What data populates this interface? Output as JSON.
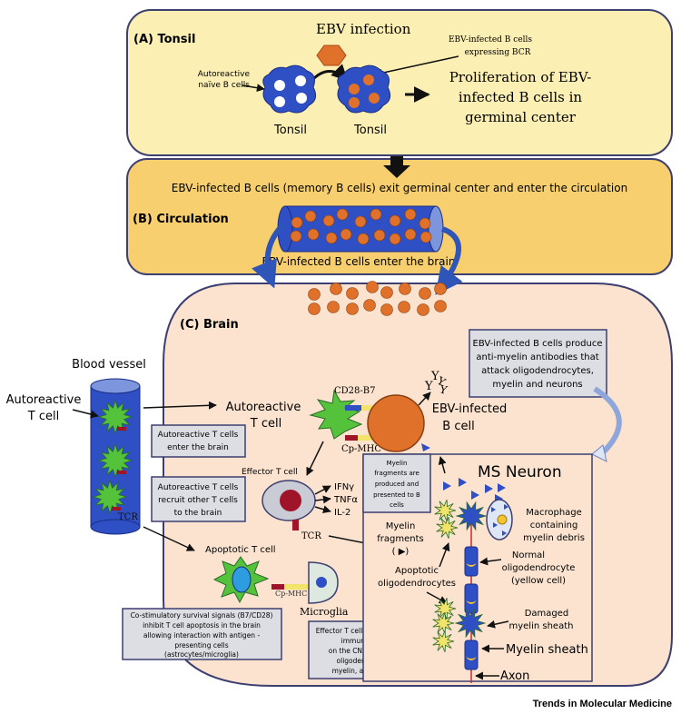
{
  "panels": {
    "tonsil": {
      "label": "(A) Tonsil",
      "ebv_infection": "EBV infection",
      "naive_label_1": "Autoreactive",
      "naive_label_2": "naïve B cells",
      "infected_label_1": "EBV-infected B cells",
      "infected_label_2": "expressing BCR",
      "tonsil_left": "Tonsil",
      "tonsil_right": "Tonsil",
      "proliferation_1": "Proliferation of EBV-",
      "proliferation_2": "infected B cells in",
      "proliferation_3": "germinal center"
    },
    "circulation": {
      "label": "(B) Circulation",
      "exit_text": "EBV-infected B cells (memory B cells) exit germinal center and enter the circulation",
      "enter_brain": "EBV-infected B cells enter the brain"
    },
    "brain": {
      "label": "(C) Brain",
      "blood_vessel": "Blood vessel",
      "autoreactive_t_cell_1": "Autoreactive",
      "autoreactive_t_cell_2": "T cell",
      "vessel_tcr": "TCR",
      "brain_autoreactive_1": "Autoreactive",
      "brain_autoreactive_2": "T cell",
      "box_enter": [
        "Autoreactive T cells",
        "enter the brain"
      ],
      "box_recruit": [
        "Autoreactive  T cells",
        "recruit other T cells",
        "to the brain"
      ],
      "cd28_b7": "CD28-B7",
      "cp_mhc": "Cp-MHC",
      "ebv_b_cell_1": "EBV-infected",
      "ebv_b_cell_2": "B cell",
      "effector_t_cell": "Effector T cell",
      "cytokines": [
        "IFNγ",
        "TNFα",
        "IL-2"
      ],
      "effector_tcr": "TCR",
      "apoptotic_t_cell": "Apoptotic T cell",
      "microglia_cp_mhc": "Cp-MHC",
      "microglia": "Microglia",
      "box_costim": [
        "Co-stimulatory survival signals (B7/CD28)",
        "inhibit T cell apoptosis in the brain",
        "allowing interaction with antigen -",
        "presenting cells",
        "(astrocytes/microglia)"
      ],
      "box_effector": [
        "Effector T cells orchestrate an",
        "immune attack",
        "on the CNS, damaging",
        "oligodendrocytes,",
        "myelin, and neurons"
      ],
      "box_antibodies": [
        "EBV-infected B cells produce",
        "anti-myelin antibodies that",
        "attack oligodendrocytes,",
        "myelin and neurons"
      ],
      "box_fragments": [
        "Myelin",
        "fragments are",
        "produced and",
        "presented to B",
        "cells"
      ]
    },
    "neuron": {
      "title": "MS Neuron",
      "myelin_fragments_1": "Myelin",
      "myelin_fragments_2": "fragments",
      "myelin_fragments_3": "( ▶)",
      "apoptotic_1": "Apoptotic",
      "apoptotic_2": "oligodendrocytes",
      "macrophage_1": "Macrophage",
      "macrophage_2": "containing",
      "macrophage_3": "myelin debris",
      "normal_1": "Normal",
      "normal_2": "oligodendrocyte",
      "normal_3": "(yellow cell)",
      "damaged_1": "Damaged",
      "damaged_2": "myelin sheath",
      "myelin_sheath": "Myelin sheath",
      "axon": "Axon"
    }
  },
  "footer": "Trends in Molecular Medicine",
  "colors": {
    "tonsil_bg": "#fcefb4",
    "circulation_bg": "#f7cf6e",
    "brain_bg": "#fbe3cf",
    "box_bg": "#dcdee3",
    "cell_blue": "#2f4fc4",
    "b_cell_orange": "#e0712a",
    "t_cell_green": "#55c23c",
    "border": "#3d3f70"
  }
}
